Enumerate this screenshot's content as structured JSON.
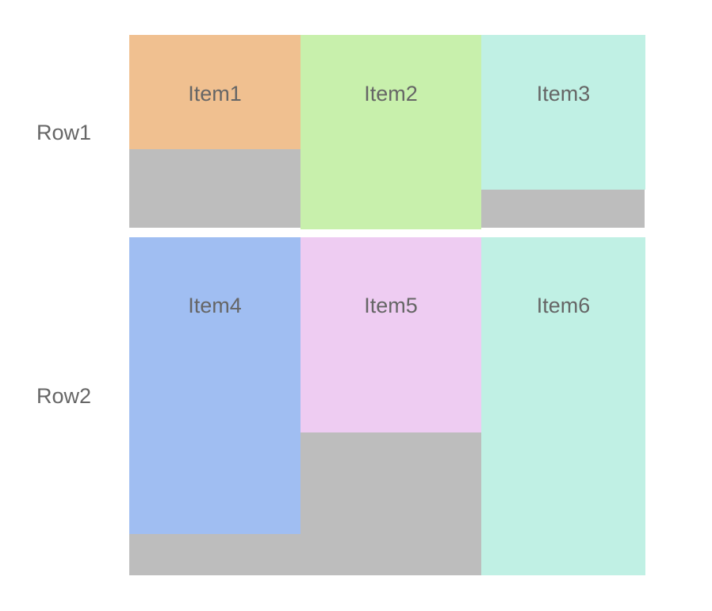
{
  "rows": [
    {
      "label": "Row1"
    },
    {
      "label": "Row2"
    }
  ],
  "items": [
    {
      "label": "Item1",
      "color": "#f0c090"
    },
    {
      "label": "Item2",
      "color": "#c8f0ac"
    },
    {
      "label": "Item3",
      "color": "#c0f0e4"
    },
    {
      "label": "Item4",
      "color": "#a0bef2"
    },
    {
      "label": "Item5",
      "color": "#eeccf2"
    },
    {
      "label": "Item6",
      "color": "#c0f0e4"
    }
  ],
  "background_color": "#bdbdbd"
}
